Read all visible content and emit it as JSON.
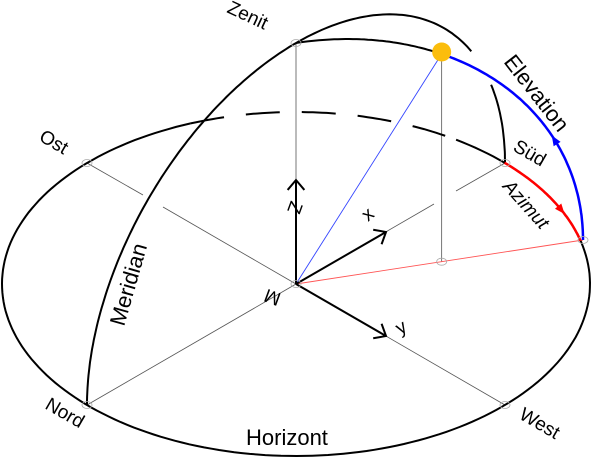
{
  "labels": {
    "zenith": "Zenit",
    "east": "Ost",
    "south": "Süd",
    "north": "Nord",
    "west": "West",
    "horizon": "Horizont",
    "meridian": "Meridian",
    "elevation": "Elevation",
    "azimuth": "Azimut",
    "center": "M",
    "axis_x": "x",
    "axis_y": "y",
    "axis_z": "Z"
  },
  "colors": {
    "elevation": "#0000ff",
    "azimuth": "#ff0000",
    "sun": "#fbbd0c",
    "line": "#000000",
    "thin_line": "#555555",
    "sun_ray": "#3344ff",
    "azimuth_ray": "#ff5555"
  }
}
